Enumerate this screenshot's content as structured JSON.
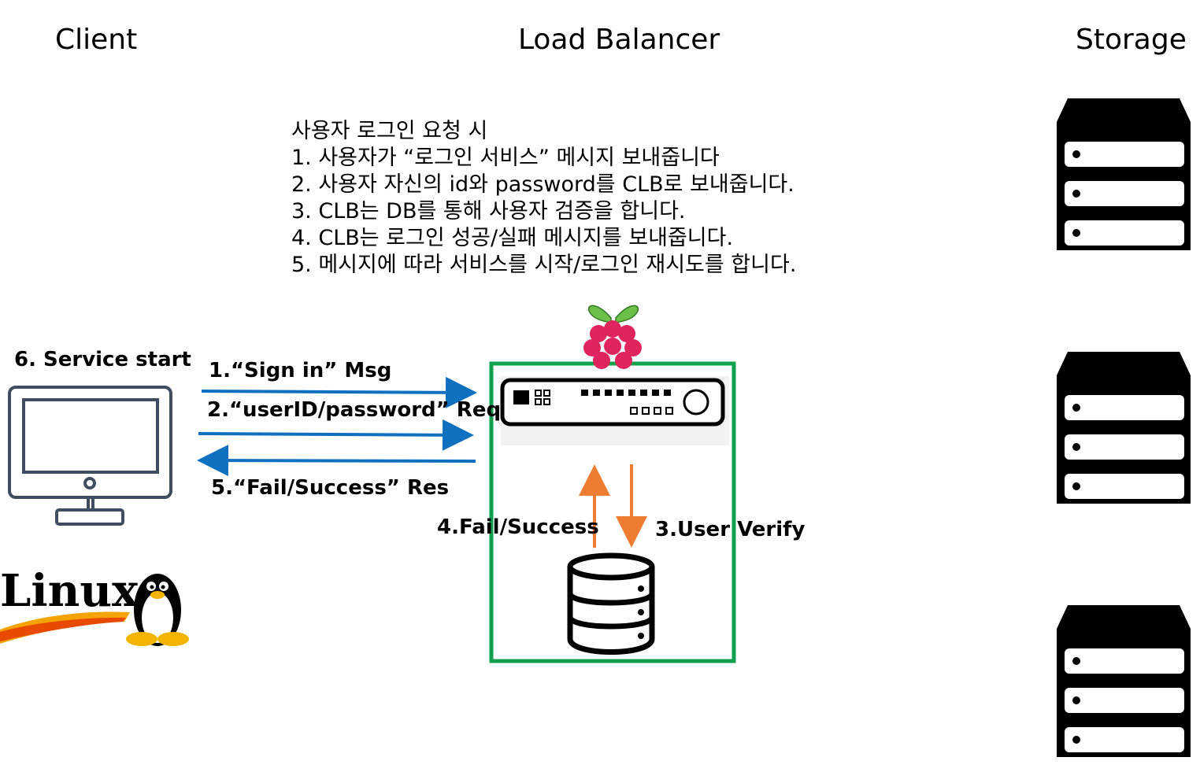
{
  "columns": {
    "client": "Client",
    "load_balancer": "Load Balancer",
    "storage": "Storage"
  },
  "steps": {
    "intro": "사용자 로그인 요청 시",
    "items": [
      "1. 사용자가 “로그인 서비스” 메시지 보내줍니다",
      "2. 사용자 자신의 id와 password를 CLB로 보내줍니다.",
      "3. CLB는 DB를 통해 사용자 검증을 합니다.",
      "4. CLB는 로그인 성공/실패 메시지를 보내줍니다.",
      "5. 메시지에 따라 서비스를 시작/로그인 재시도를 합니다."
    ]
  },
  "labels": {
    "service_start": "6. Service start",
    "sign_in": "1.“Sign in” Msg",
    "credentials": "2.“userID/password” Req",
    "response": "5.“Fail/Success” Res",
    "fail_success": "4.Fail/Success",
    "user_verify": "3.User Verify"
  },
  "logos": {
    "linux": "Linux"
  },
  "colors": {
    "blue_arrow": "#1070c0",
    "orange_arrow": "#ed7d31",
    "green_box": "#10a050",
    "raspberry": "#e0245e",
    "leaf": "#6cc04a"
  },
  "icons": [
    "monitor-icon",
    "linux-logo",
    "raspberry-pi-logo",
    "network-switch-icon",
    "database-icon",
    "storage-server-icon"
  ]
}
